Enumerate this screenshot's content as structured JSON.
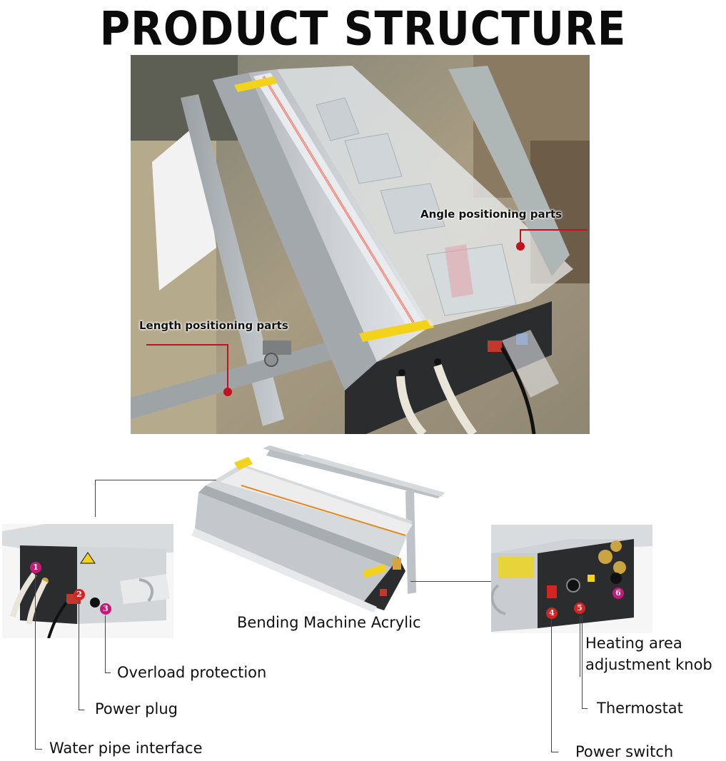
{
  "header": {
    "title": "PRODUCT STRUCTURE"
  },
  "top_photo": {
    "callouts": {
      "angle": "Angle positioning parts",
      "length": "Length positioning parts"
    }
  },
  "middle": {
    "product_label": "Bending Machine Acrylic"
  },
  "left_detail": {
    "badges": [
      "1",
      "2",
      "3"
    ],
    "labels": {
      "overload": "Overload protection",
      "power_plug": "Power plug",
      "water_pipe": "Water pipe interface"
    }
  },
  "right_detail": {
    "badges": [
      "4",
      "5",
      "6"
    ],
    "labels": {
      "heating_line1": "Heating area",
      "heating_line2": "adjustment knob",
      "thermostat": "Thermostat",
      "power_switch": "Power switch"
    }
  },
  "colors": {
    "callout_red": "#c0121f",
    "badge_magenta": "#c41a7a",
    "badge_red": "#d42525"
  }
}
